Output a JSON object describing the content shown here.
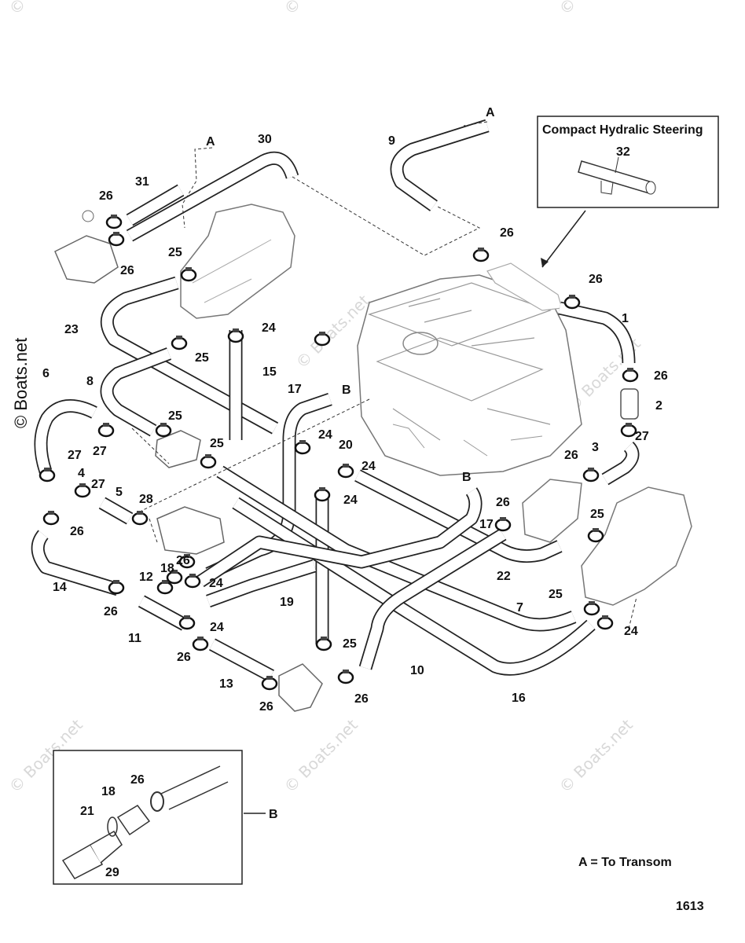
{
  "diagram": {
    "inset_steering_title": "Compact Hydralic Steering",
    "inset_steering_part": "32",
    "legend_note": "A = To Transom",
    "figure_number": "1613",
    "watermark": "© Boats.net",
    "callouts": [
      "A",
      "30",
      "31",
      "26",
      "26",
      "25",
      "A",
      "9",
      "26",
      "26",
      "1",
      "24",
      "23",
      "25",
      "15",
      "26",
      "6",
      "8",
      "17",
      "B",
      "2",
      "25",
      "27",
      "24",
      "20",
      "25",
      "27",
      "3",
      "27",
      "4",
      "24",
      "26",
      "27",
      "5",
      "28",
      "B",
      "24",
      "26",
      "17",
      "25",
      "26",
      "14",
      "12",
      "18",
      "26",
      "24",
      "22",
      "25",
      "19",
      "7",
      "26",
      "11",
      "24",
      "24",
      "26",
      "25",
      "10",
      "13",
      "26",
      "26",
      "16"
    ],
    "inset_b": {
      "label": "B",
      "callouts": [
        "26",
        "18",
        "21",
        "29"
      ]
    }
  }
}
